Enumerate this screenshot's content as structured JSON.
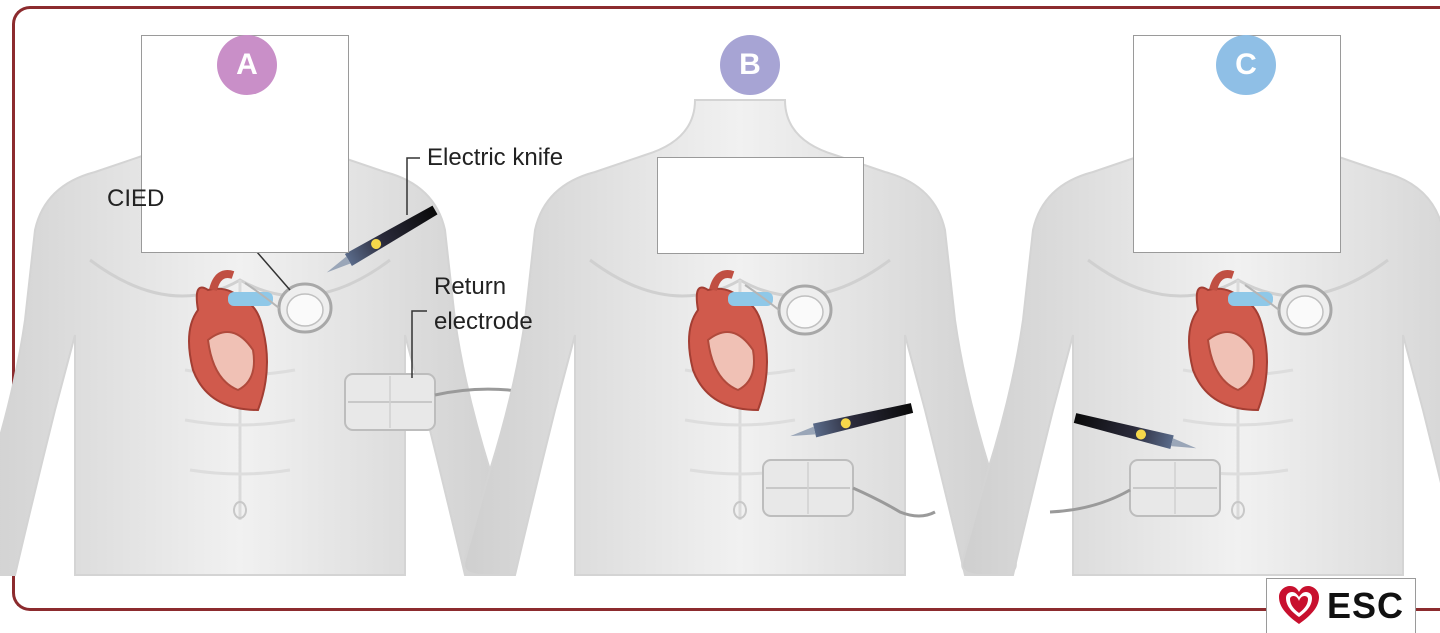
{
  "panels": [
    {
      "badge": "A",
      "badge_color": "#c98fc8"
    },
    {
      "badge": "B",
      "badge_color": "#a7a4d4"
    },
    {
      "badge": "C",
      "badge_color": "#8fbfe6"
    }
  ],
  "labels": {
    "cied": "CIED",
    "electric_knife": "Electric knife",
    "return_electrode_line1": "Return",
    "return_electrode_line2": "electrode"
  },
  "logo": {
    "text": "ESC",
    "color": "#c8102e"
  },
  "frame_color": "#8c2b2e"
}
